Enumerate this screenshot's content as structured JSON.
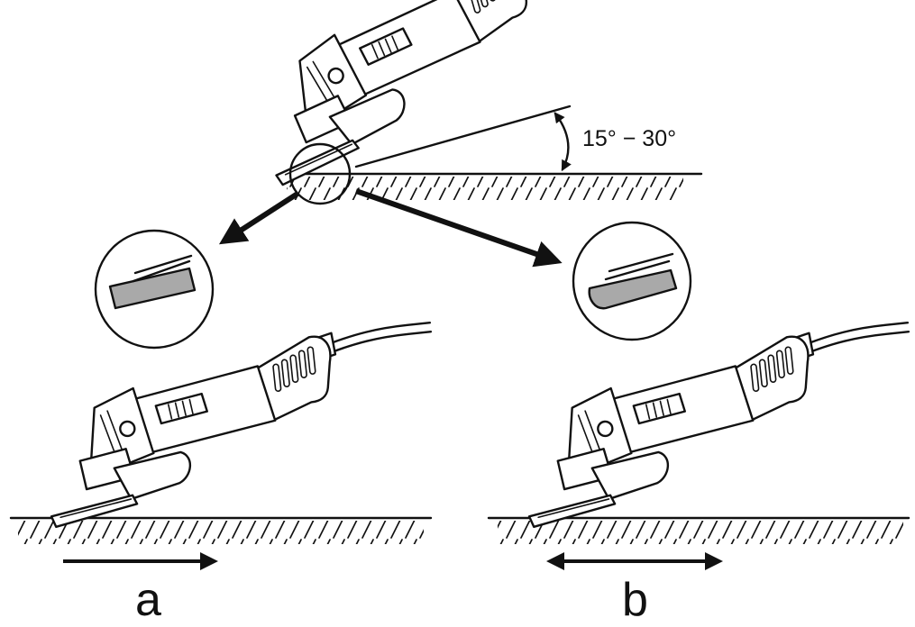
{
  "angle_label": "15° − 30°",
  "method_labels": {
    "a": "a",
    "b": "b"
  },
  "colors": {
    "ink": "#111111",
    "disc_fill": "#a9a9a9",
    "background": "#ffffff"
  },
  "icons": [
    "angle-grinder-icon",
    "grinding-disc-icon",
    "direction-arrow-icon",
    "magnifier-circle-icon"
  ]
}
